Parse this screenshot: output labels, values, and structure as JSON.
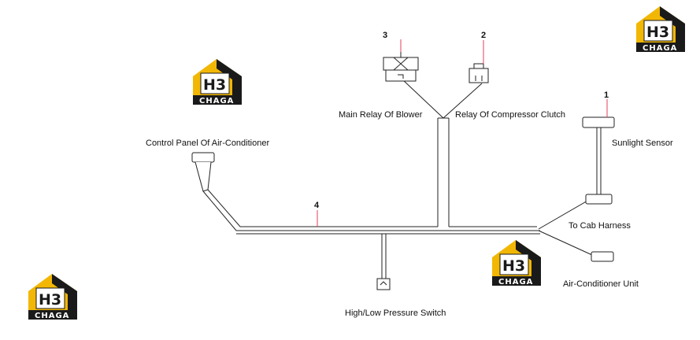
{
  "labels": {
    "main_relay": "Main Relay Of Blower",
    "compressor_relay": "Relay Of Compressor Clutch",
    "control_panel": "Control Panel Of Air-Conditioner",
    "sunlight_sensor": "Sunlight Sensor",
    "cab_harness": "To Cab Harness",
    "ac_unit": "Air-Conditioner Unit",
    "pressure_switch": "High/Low Pressure Switch"
  },
  "callouts": {
    "c1": "1",
    "c2": "2",
    "c3": "3",
    "c4": "4"
  },
  "watermark": {
    "mark": "H3",
    "text": "CHAGA"
  },
  "colors": {
    "callout_line": "#e0405a",
    "wire": "#222222",
    "logo_yellow": "#f2b705",
    "logo_dark": "#1a1a1a"
  }
}
